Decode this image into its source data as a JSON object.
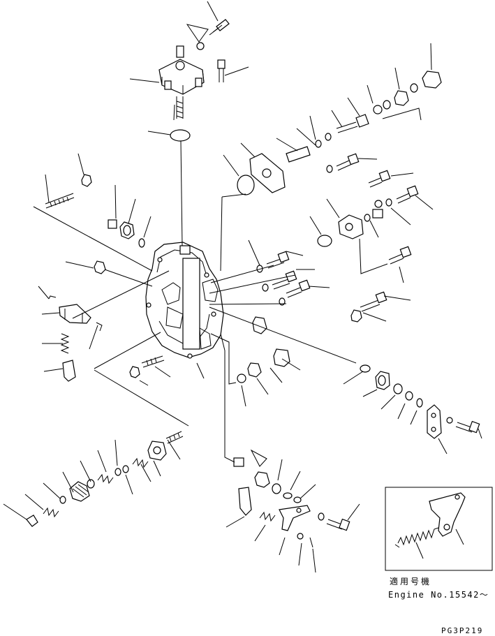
{
  "inset": {
    "applicable_model_label": "適用号機",
    "engine_serial_label": "Engine No.15542～"
  },
  "figure_code": "PG3P219"
}
